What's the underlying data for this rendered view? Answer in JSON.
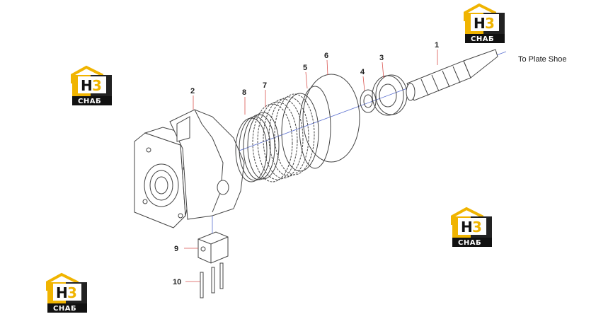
{
  "callouts": [
    {
      "id": "1",
      "label": "1"
    },
    {
      "id": "2",
      "label": "2"
    },
    {
      "id": "3",
      "label": "3"
    },
    {
      "id": "4",
      "label": "4"
    },
    {
      "id": "5",
      "label": "5"
    },
    {
      "id": "6",
      "label": "6"
    },
    {
      "id": "7",
      "label": "7"
    },
    {
      "id": "8",
      "label": "8"
    },
    {
      "id": "9",
      "label": "9"
    },
    {
      "id": "10",
      "label": "10"
    }
  ],
  "annotation": {
    "text": "To Plate Shoe"
  },
  "watermark": {
    "letters": "H",
    "number": "3",
    "subtext": "СНАБ"
  },
  "colors": {
    "line": "#444444",
    "leader": "#d9534f",
    "axis": "#5a6fd0",
    "logo_gold": "#f0b400",
    "logo_dark": "#111111"
  }
}
